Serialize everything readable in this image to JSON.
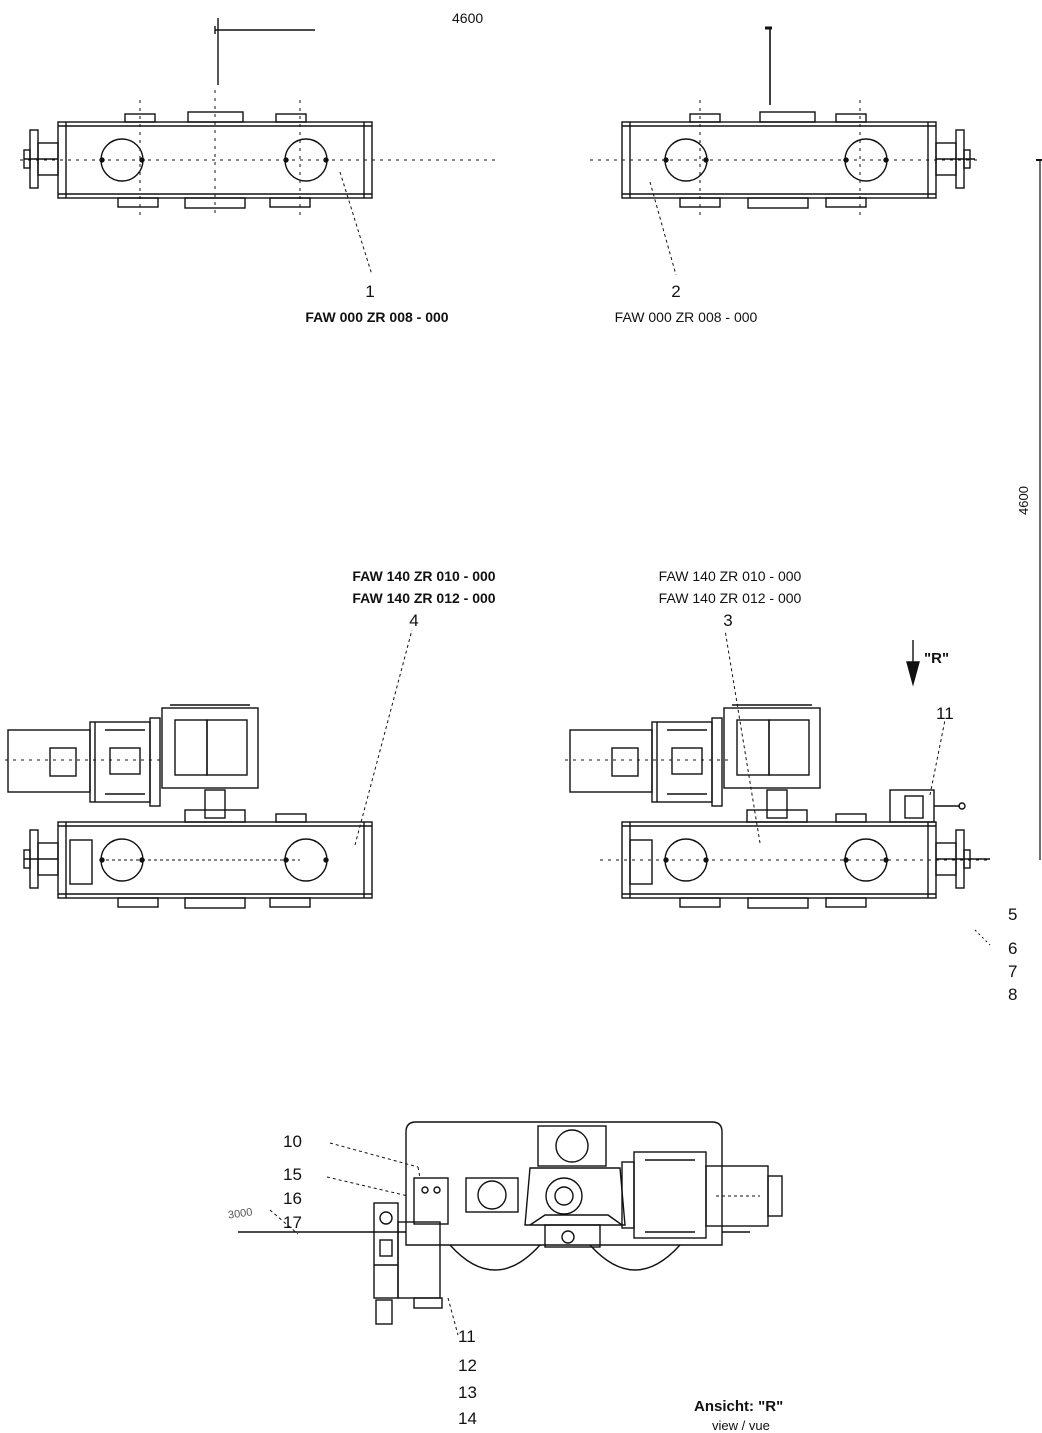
{
  "dimensions": {
    "top": "4600",
    "side": "4600"
  },
  "top_views": [
    {
      "number": "1",
      "code": "FAW 000 ZR 008 - 000"
    },
    {
      "number": "2",
      "code": "FAW 000 ZR 008 - 000"
    }
  ],
  "drive_views": [
    {
      "number": "4",
      "codes": [
        "FAW 140 ZR 010 - 000",
        "FAW 140 ZR 012 - 000"
      ]
    },
    {
      "number": "3",
      "codes": [
        "FAW 140 ZR 010 - 000",
        "FAW 140 ZR 012 - 000"
      ]
    }
  ],
  "view_marker": "\"R\"",
  "callouts_right": [
    "11",
    "5",
    "6",
    "7",
    "8"
  ],
  "detail_callouts_left": [
    "10",
    "15",
    "16",
    "17"
  ],
  "detail_callouts_bottom": [
    "11",
    "12",
    "13",
    "14"
  ],
  "detail_small_label": "3000",
  "view_title": "Ansicht: \"R\"",
  "view_subtitle": "view / vue"
}
